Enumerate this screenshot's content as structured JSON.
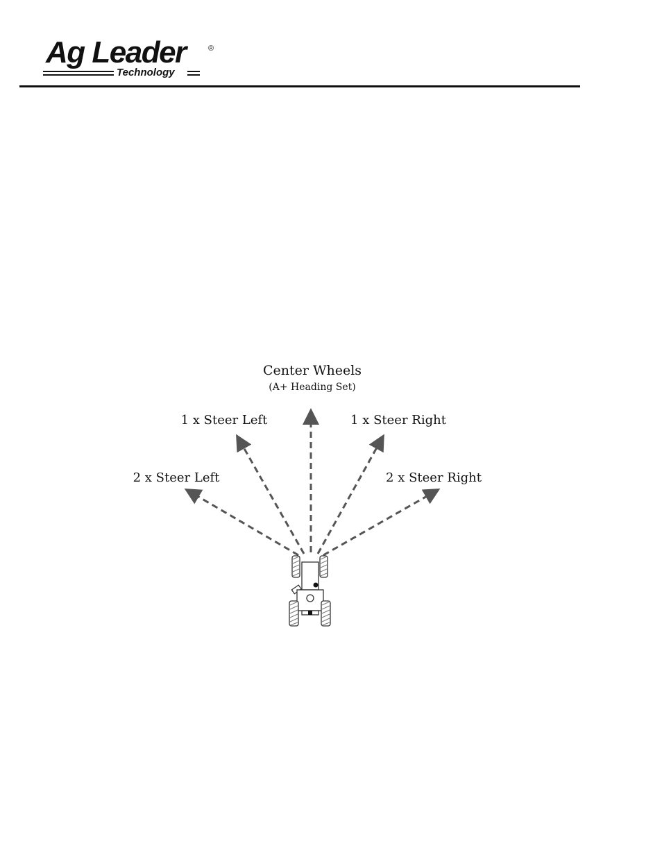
{
  "logo": {
    "main": "Ag Leader",
    "sub": "Technology",
    "registered": "®"
  },
  "diagram": {
    "center_label": "Center Wheels",
    "center_sublabel": "(A+ Heading Set)",
    "steer_left_1": "1 x Steer Left",
    "steer_right_1": "1 x Steer Right",
    "steer_left_2": "2 x Steer Left",
    "steer_right_2": "2 x Steer Right"
  },
  "colors": {
    "arrow": "#555555",
    "ink": "#111111"
  }
}
